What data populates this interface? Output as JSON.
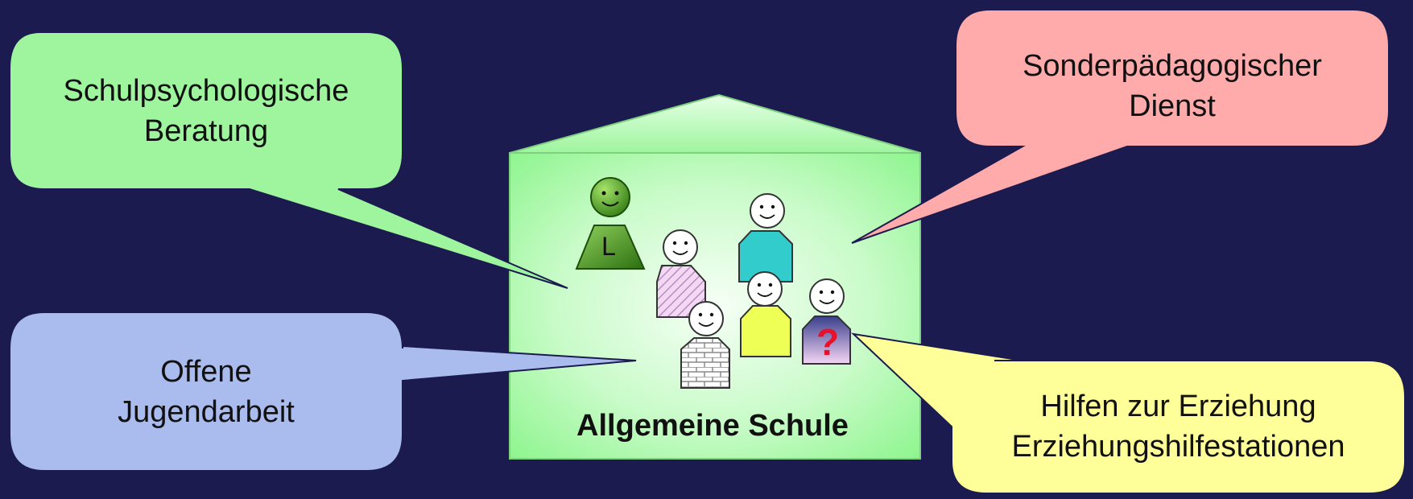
{
  "school": {
    "label": "Allgemeine Schule"
  },
  "bubbles": {
    "schulpsych": {
      "line1": "Schulpsychologische",
      "line2": "Beratung"
    },
    "sonderpaed": {
      "line1": "Sonderpädagogischer",
      "line2": "Dienst"
    },
    "jugend": {
      "line1": "Offene",
      "line2": "Jugendarbeit"
    },
    "hilfen": {
      "line1": "Hilfen zur Erziehung",
      "line2": "Erziehungshilfestationen"
    }
  },
  "figures": {
    "teacher_letter": "L",
    "unknown_mark": "?"
  },
  "colors": {
    "background": "#1b1b4f",
    "house": "#9ef59e",
    "bubble_green": "#9ef59e",
    "bubble_pink": "#ffabab",
    "bubble_blue": "#aabbee",
    "bubble_yellow": "#ffff99",
    "teacher": "#3f9a1a"
  }
}
